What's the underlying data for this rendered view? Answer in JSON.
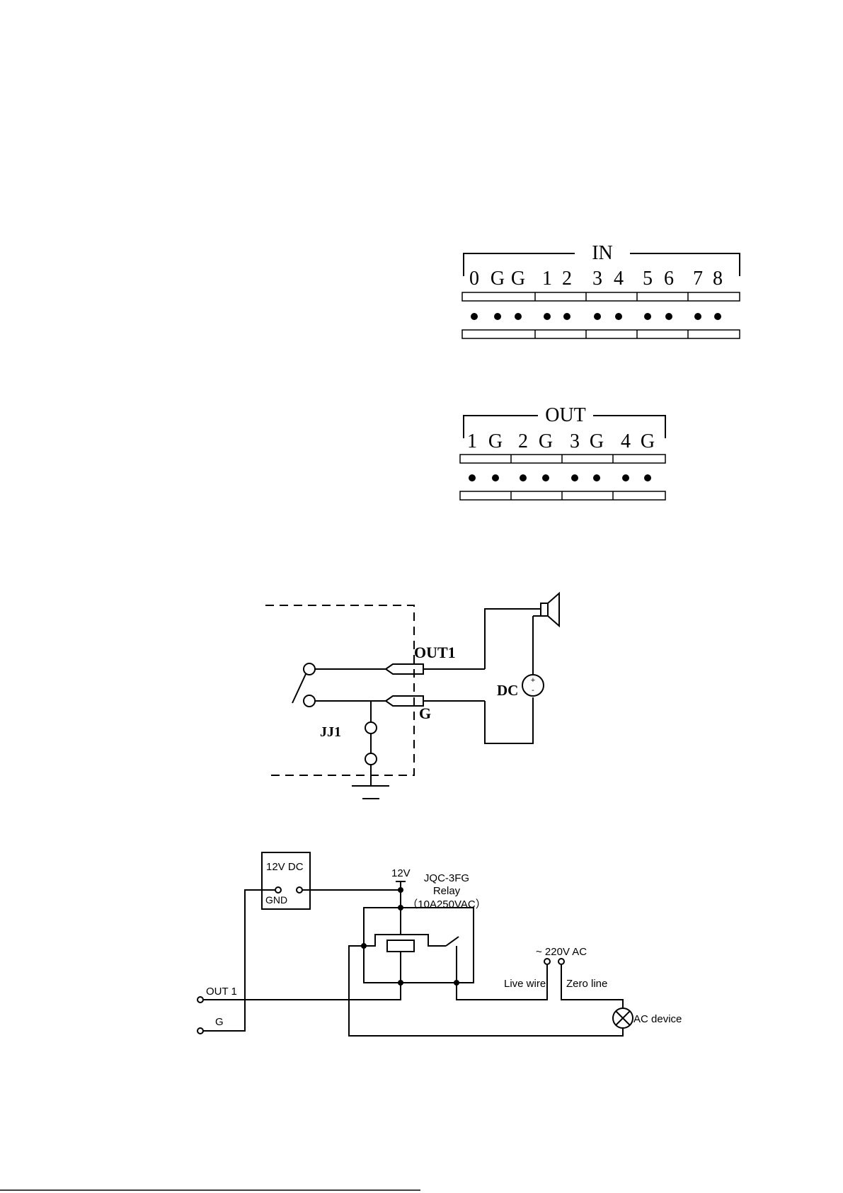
{
  "in_block": {
    "title": "IN",
    "pins": [
      "0",
      "G",
      "G",
      "1",
      "2",
      "3",
      "4",
      "5",
      "6",
      "7",
      "8"
    ]
  },
  "out_block": {
    "title": "OUT",
    "pins": [
      "1",
      "G",
      "2",
      "G",
      "3",
      "G",
      "4",
      "G"
    ]
  },
  "alarm_circuit": {
    "out_label": "OUT1",
    "g_label": "G",
    "jj_label": "JJ1",
    "dc_label": "DC",
    "dc_plus": "+",
    "dc_minus": "-"
  },
  "relay_circuit": {
    "psu_label": "12V DC",
    "gnd_label": "GND",
    "v12_label": "12V",
    "relay_model": "JQC-3FG",
    "relay_word": "Relay",
    "relay_rating": "（10A250VAC）",
    "ac_supply": "~ 220V AC",
    "live_wire": "Live wire",
    "zero_line": "Zero line",
    "out1_label": "OUT 1",
    "g_label": "G",
    "ac_device": "AC device"
  }
}
